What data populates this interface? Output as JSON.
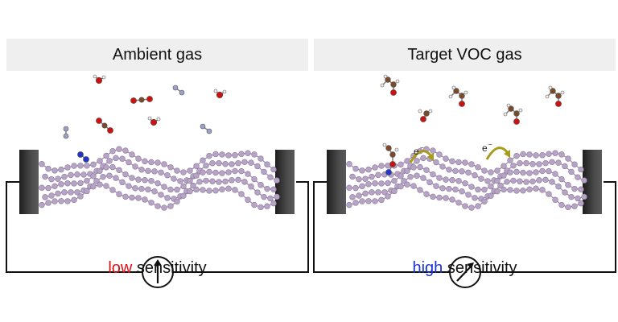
{
  "panels": [
    {
      "title": "Ambient gas",
      "caption_highlight": "low",
      "caption_rest": " sensitivity",
      "highlight_color": "#e01010",
      "meter": "low"
    },
    {
      "title": "Target VOC gas",
      "caption_highlight": "high",
      "caption_rest": " sensitivity",
      "highlight_color": "#1a33d6",
      "meter": "high",
      "electron_labels": [
        "e",
        "e"
      ]
    }
  ],
  "colors": {
    "phosphorene_atom": "#b7a3c6",
    "phosphorene_bond": "#9a86ab",
    "electrode": "#3a3a3a",
    "oxygen": "#cc1111",
    "hydrogen": "#f2f2f2",
    "carbon": "#7a4a2a",
    "nitrogen": "#9da3c8",
    "adsorbed": "#2233cc",
    "electron_arrow": "#a89a1a"
  }
}
